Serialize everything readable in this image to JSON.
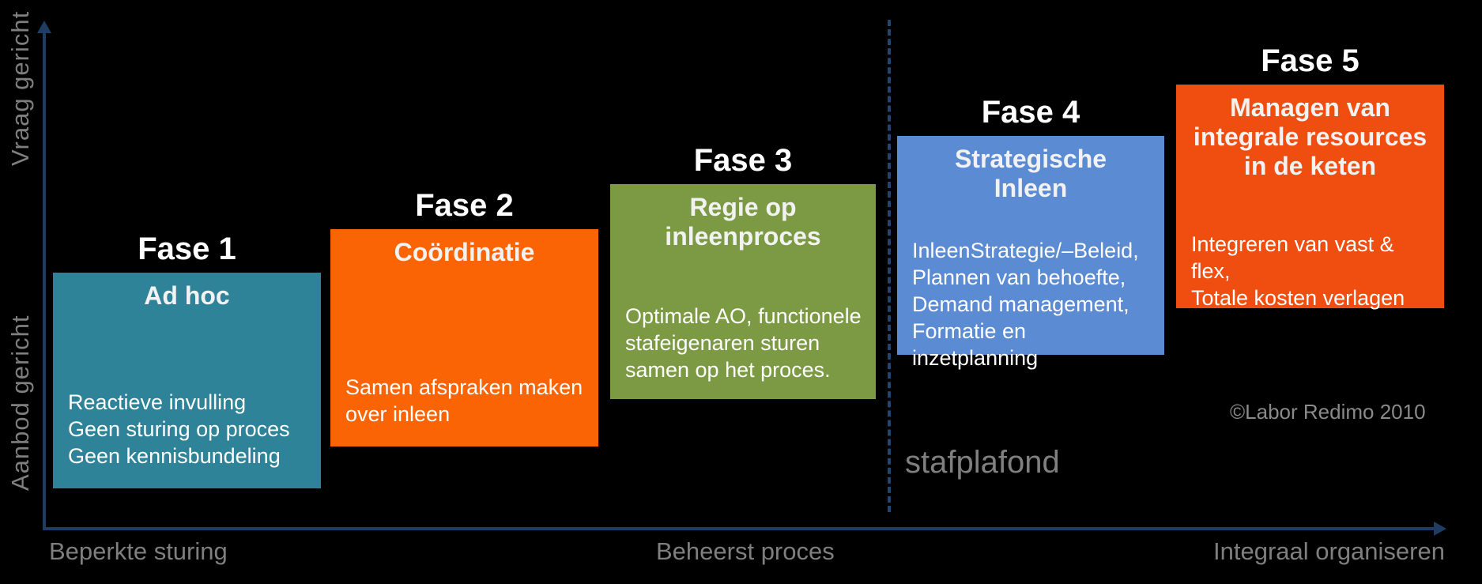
{
  "diagram": {
    "background": "#000000",
    "axis_color": "#1F3C63",
    "label_color": "#7F7F7F"
  },
  "y_axis": {
    "top_label": "Vraag gericht",
    "bottom_label": "Aanbod gericht"
  },
  "x_axis": {
    "left_label": "Beperkte sturing",
    "middle_label": "Beheerst proces",
    "right_label": "Integraal organiseren"
  },
  "phases": [
    {
      "title": "Fase 1",
      "heading": "Ad hoc",
      "body": "Reactieve invulling\nGeen sturing op proces\nGeen kennisbundeling",
      "color": "#2F8399"
    },
    {
      "title": "Fase 2",
      "heading": "Coördinatie",
      "body": "Samen afspraken maken\nover inleen",
      "color": "#FB6405"
    },
    {
      "title": "Fase 3",
      "heading": "Regie op\ninleenproces",
      "body": "Optimale AO, functionele\nstafeigenaren sturen\nsamen op het proces.",
      "color": "#7C9A43"
    },
    {
      "title": "Fase 4",
      "heading": "Strategische\nInleen",
      "body": "InleenStrategie/–Beleid,\nPlannen van behoefte,\nDemand management,\nFormatie en inzetplanning",
      "color": "#5B8BD3"
    },
    {
      "title": "Fase 5",
      "heading": "Managen van\nintegrale resources\nin de keten",
      "body": "Integreren van vast & flex,\nTotale kosten verlagen",
      "color": "#F04D10"
    }
  ],
  "annotations": {
    "staffing_ceiling": "stafplafond",
    "copyright": "©Labor Redimo 2010"
  }
}
